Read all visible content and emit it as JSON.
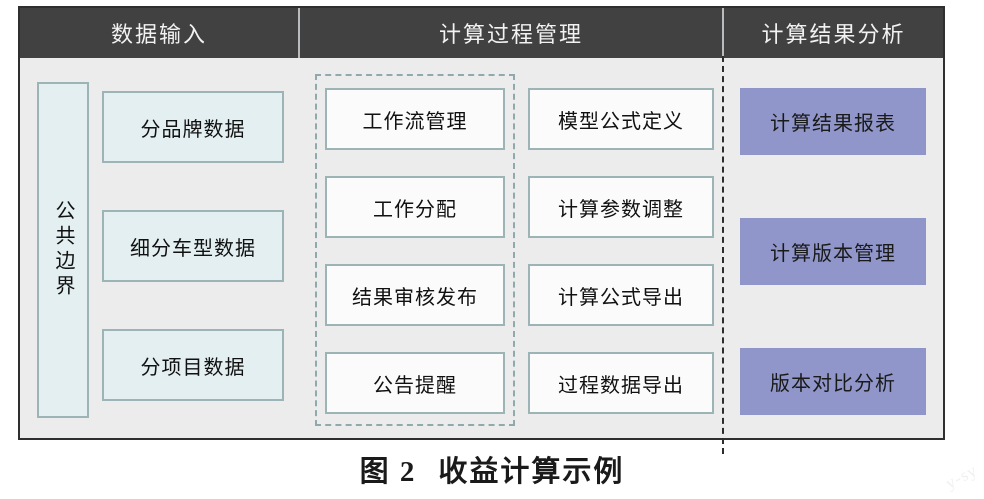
{
  "figure": {
    "caption_label": "图 2",
    "caption_title": "收益计算示例",
    "watermark": "y-sy"
  },
  "colors": {
    "header_bar": "#414141",
    "header_text": "#f2f2f2",
    "body_background": "#edecec",
    "teal_fill": "#e4eff1",
    "teal_border": "#9db4b7",
    "white_fill": "#fbfbfb",
    "purple_fill": "#9096c9",
    "frame_border": "#2f2f2f",
    "dashed_group_border": "#8fa9ad",
    "dashed_separator": "#2d2d2d"
  },
  "header": {
    "columns": [
      {
        "label": "数据输入"
      },
      {
        "label": "计算过程管理"
      },
      {
        "label": "计算结果分析"
      }
    ]
  },
  "columns": {
    "data_input": {
      "boundary": {
        "label": "公共边界"
      },
      "nodes": [
        {
          "label": "分品牌数据"
        },
        {
          "label": "细分车型数据"
        },
        {
          "label": "分项目数据"
        }
      ]
    },
    "process_management": {
      "workflow_group": {
        "nodes": [
          {
            "label": "工作流管理"
          },
          {
            "label": "工作分配"
          },
          {
            "label": "结果审核发布"
          },
          {
            "label": "公告提醒"
          }
        ]
      },
      "model_group": {
        "nodes": [
          {
            "label": "模型公式定义"
          },
          {
            "label": "计算参数调整"
          },
          {
            "label": "计算公式导出"
          },
          {
            "label": "过程数据导出"
          }
        ]
      }
    },
    "result_analysis": {
      "nodes": [
        {
          "label": "计算结果报表"
        },
        {
          "label": "计算版本管理"
        },
        {
          "label": "版本对比分析"
        }
      ]
    }
  }
}
